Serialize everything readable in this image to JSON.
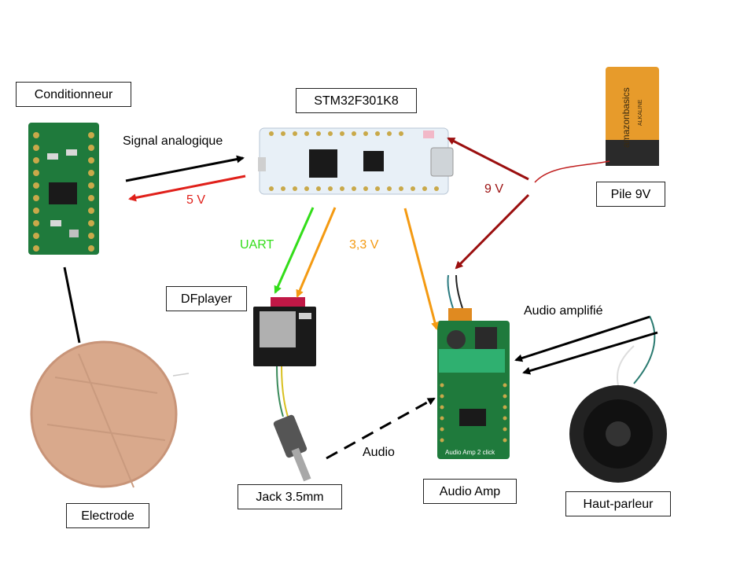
{
  "components": {
    "conditionneur": "Conditionneur",
    "stm32": "STM32F301K8",
    "pile": "Pile 9V",
    "dfplayer": "DFplayer",
    "audio_amp": "Audio Amp",
    "haut_parleur": "Haut-parleur",
    "jack": "Jack 3.5mm",
    "electrode": "Electrode"
  },
  "connections": {
    "signal_analogique": "Signal analogique",
    "five_v": "5 V",
    "nine_v": "9 V",
    "uart": "UART",
    "three_v3": "3,3 V",
    "audio_amplifie": "Audio amplifié",
    "audio": "Audio"
  },
  "board_text": {
    "battery_brand": "amazonbasics",
    "battery_type": "ALKALINE",
    "amp_silk": "Audio Amp 2 click"
  },
  "colors": {
    "black": "#000000",
    "red": "#e0201a",
    "dark_red": "#9b0f0f",
    "green": "#33dd1a",
    "orange": "#f49a12",
    "pcb_green": "#1f7a3c",
    "stm_board": "#e8f0f7",
    "battery": "#e79b2b"
  }
}
